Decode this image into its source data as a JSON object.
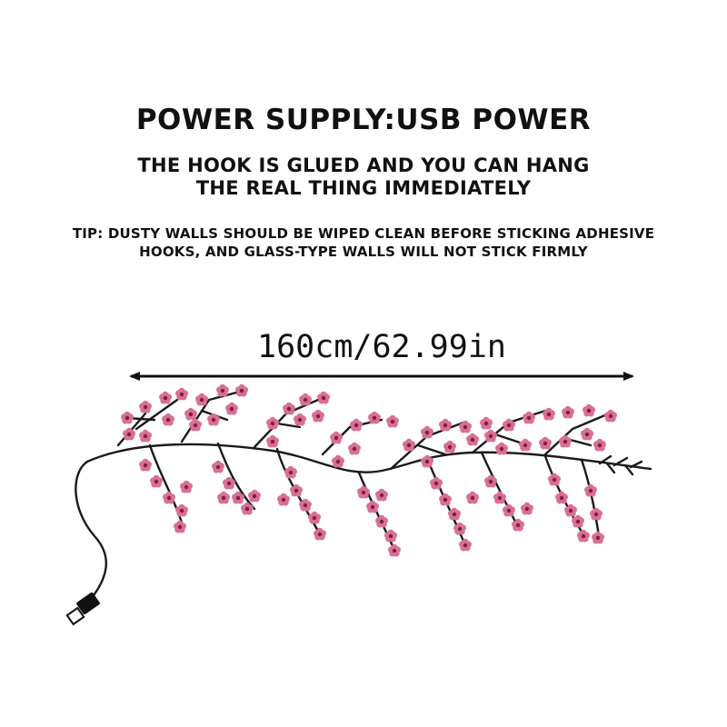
{
  "title": "POWER SUPPLY:USB POWER",
  "hook_note": {
    "line1": "THE HOOK IS GLUED AND YOU CAN HANG",
    "line2": "THE REAL THING IMMEDIATELY"
  },
  "tip": {
    "line1": "TIP: DUSTY WALLS SHOULD BE WIPED CLEAN BEFORE STICKING ADHESIVE",
    "line2": "HOOKS, AND GLASS-TYPE WALLS WILL NOT STICK FIRMLY"
  },
  "length_label": "160cm/62.99in",
  "colors": {
    "text": "#111111",
    "branch": "#1a1a1a",
    "blossom": "#d96f96",
    "blossom_center": "#7a1f45",
    "background": "#ffffff"
  },
  "icons": {
    "connector": "usb-plug-icon",
    "flower": "blossom-icon",
    "arrow": "double-arrow-icon"
  }
}
